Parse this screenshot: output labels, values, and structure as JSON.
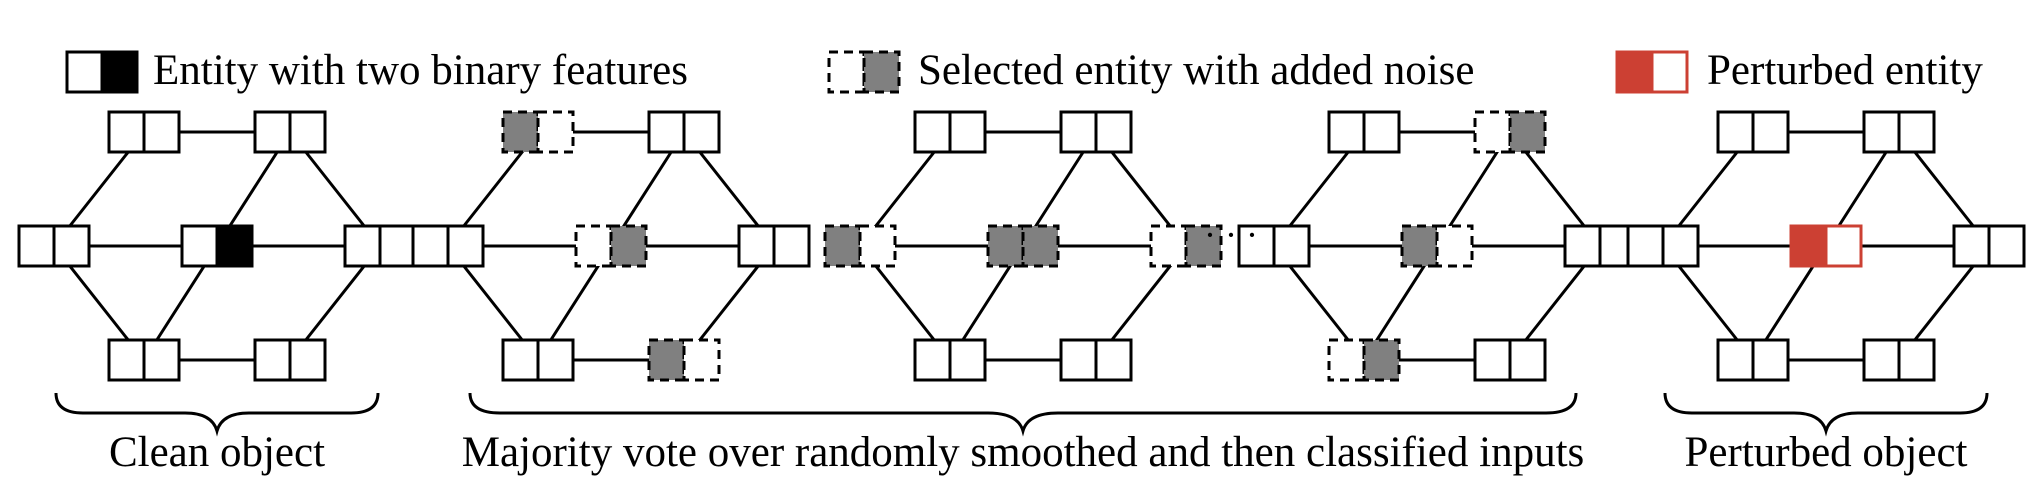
{
  "legend": {
    "entity": "Entity with two binary features",
    "noisy": "Selected entity with added noise",
    "perturbed": "Perturbed entity"
  },
  "captions": {
    "clean": "Clean object",
    "vote": "Majority vote over randomly smoothed and then classified inputs",
    "perturbed": "Perturbed object"
  },
  "ellipsis": "· · ·",
  "colors": {
    "stroke": "#000000",
    "black_fill": "#000000",
    "noise_fill": "#808080",
    "perturbed": "#cc4033",
    "background": "#ffffff"
  },
  "graphs": [
    {
      "id": "clean-object",
      "center_cells": [
        "white",
        "black"
      ]
    },
    {
      "id": "smoothed-sample-1",
      "noise": {
        "top-left": [
          1,
          0
        ],
        "center": [
          0,
          1
        ],
        "bottom-right": [
          1,
          0
        ]
      }
    },
    {
      "id": "smoothed-sample-2",
      "noise": {
        "left": [
          1,
          0
        ],
        "center": [
          1,
          1
        ],
        "right": [
          0,
          1
        ]
      }
    },
    {
      "id": "smoothed-sample-n",
      "noise": {
        "top-right": [
          0,
          1
        ],
        "center": [
          1,
          0
        ],
        "bottom-left": [
          0,
          1
        ]
      }
    },
    {
      "id": "perturbed-object",
      "center_cells": [
        "red",
        "white-red"
      ]
    }
  ]
}
